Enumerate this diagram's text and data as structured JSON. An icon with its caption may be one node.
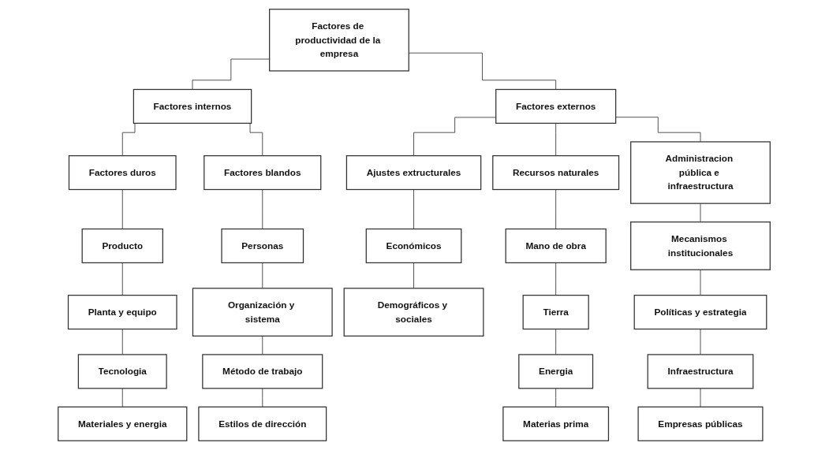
{
  "diagram": {
    "nodes": [
      {
        "text": [
          "Factores de productividad de la empresa"
        ]
      },
      {
        "text": [
          "Factores internos"
        ]
      },
      {
        "text": [
          "Factores externos"
        ]
      },
      {
        "text": [
          "Factores duros"
        ]
      },
      {
        "text": [
          "Factores blandos"
        ]
      },
      {
        "text": [
          "Ajustes extructurales"
        ]
      },
      {
        "text": [
          "Recursos naturales"
        ]
      },
      {
        "text": [
          "Administracion pública e infraestructura"
        ]
      },
      {
        "text": [
          "Producto"
        ]
      },
      {
        "text": [
          "Personas"
        ]
      },
      {
        "text": [
          "Económicos"
        ]
      },
      {
        "text": [
          "Mano de obra"
        ]
      },
      {
        "text": [
          "Mecanismos institucionales"
        ]
      },
      {
        "text": [
          "Planta y equipo"
        ]
      },
      {
        "text": [
          "Organización y sistema"
        ]
      },
      {
        "text": [
          "Demográficos y sociales"
        ]
      },
      {
        "text": [
          "Tierra"
        ]
      },
      {
        "text": [
          "Políticas y estrategia"
        ]
      },
      {
        "text": [
          "Tecnologia"
        ]
      },
      {
        "text": [
          "Método de trabajo"
        ]
      },
      {
        "text": [
          "Energia"
        ]
      },
      {
        "text": [
          "Infraestructura"
        ]
      },
      {
        "text": [
          "Materiales y energia"
        ]
      },
      {
        "text": [
          "Estilos de dirección"
        ]
      },
      {
        "text": [
          "Materias prima"
        ]
      },
      {
        "text": [
          "Empresas públicas"
        ]
      }
    ],
    "edges": [
      {
        "from": 0,
        "to": 1,
        "arrow": "none"
      },
      {
        "from": 0,
        "to": 2,
        "arrow": "none"
      },
      {
        "from": 1,
        "to": 3,
        "arrow": "none"
      },
      {
        "from": 1,
        "to": 4,
        "arrow": "none"
      },
      {
        "from": 2,
        "to": 5,
        "arrow": "none"
      },
      {
        "from": 2,
        "to": 6,
        "arrow": "none"
      },
      {
        "from": 2,
        "to": 7,
        "arrow": "none"
      },
      {
        "from": 3,
        "to": 8,
        "arrow": "none"
      },
      {
        "from": 8,
        "to": 13,
        "arrow": "none"
      },
      {
        "from": 13,
        "to": 18,
        "arrow": "none"
      },
      {
        "from": 18,
        "to": 22,
        "arrow": "none"
      },
      {
        "from": 4,
        "to": 9,
        "arrow": "none"
      },
      {
        "from": 9,
        "to": 14,
        "arrow": "none"
      },
      {
        "from": 14,
        "to": 19,
        "arrow": "none"
      },
      {
        "from": 19,
        "to": 23,
        "arrow": "none"
      },
      {
        "from": 5,
        "to": 10,
        "arrow": "none"
      },
      {
        "from": 10,
        "to": 15,
        "arrow": "none"
      },
      {
        "from": 6,
        "to": 11,
        "arrow": "none"
      },
      {
        "from": 11,
        "to": 16,
        "arrow": "none"
      },
      {
        "from": 16,
        "to": 20,
        "arrow": "none"
      },
      {
        "from": 20,
        "to": 24,
        "arrow": "none"
      },
      {
        "from": 7,
        "to": 12,
        "arrow": "none"
      },
      {
        "from": 12,
        "to": 17,
        "arrow": "none"
      },
      {
        "from": 17,
        "to": 21,
        "arrow": "none"
      },
      {
        "from": 21,
        "to": 25,
        "arrow": "none"
      }
    ]
  }
}
